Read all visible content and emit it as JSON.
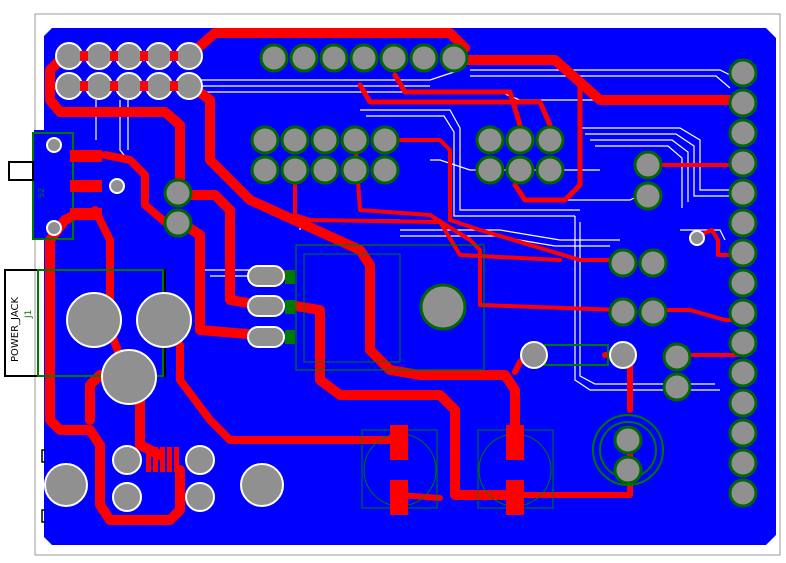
{
  "colors": {
    "background": "#ffffff",
    "board_outline": "#999999",
    "copper_fill": "#0000ff",
    "top_trace": "#ff0000",
    "bottom_trace_outline": "#ffffff",
    "pad": "#909090",
    "pad_ring": "#006600",
    "silkscreen": "#007700",
    "label_text": "#000000"
  },
  "components": {
    "power_jack": {
      "name": "POWER_JACK",
      "ref": "J1"
    },
    "switch": {
      "ref": "S2"
    }
  }
}
